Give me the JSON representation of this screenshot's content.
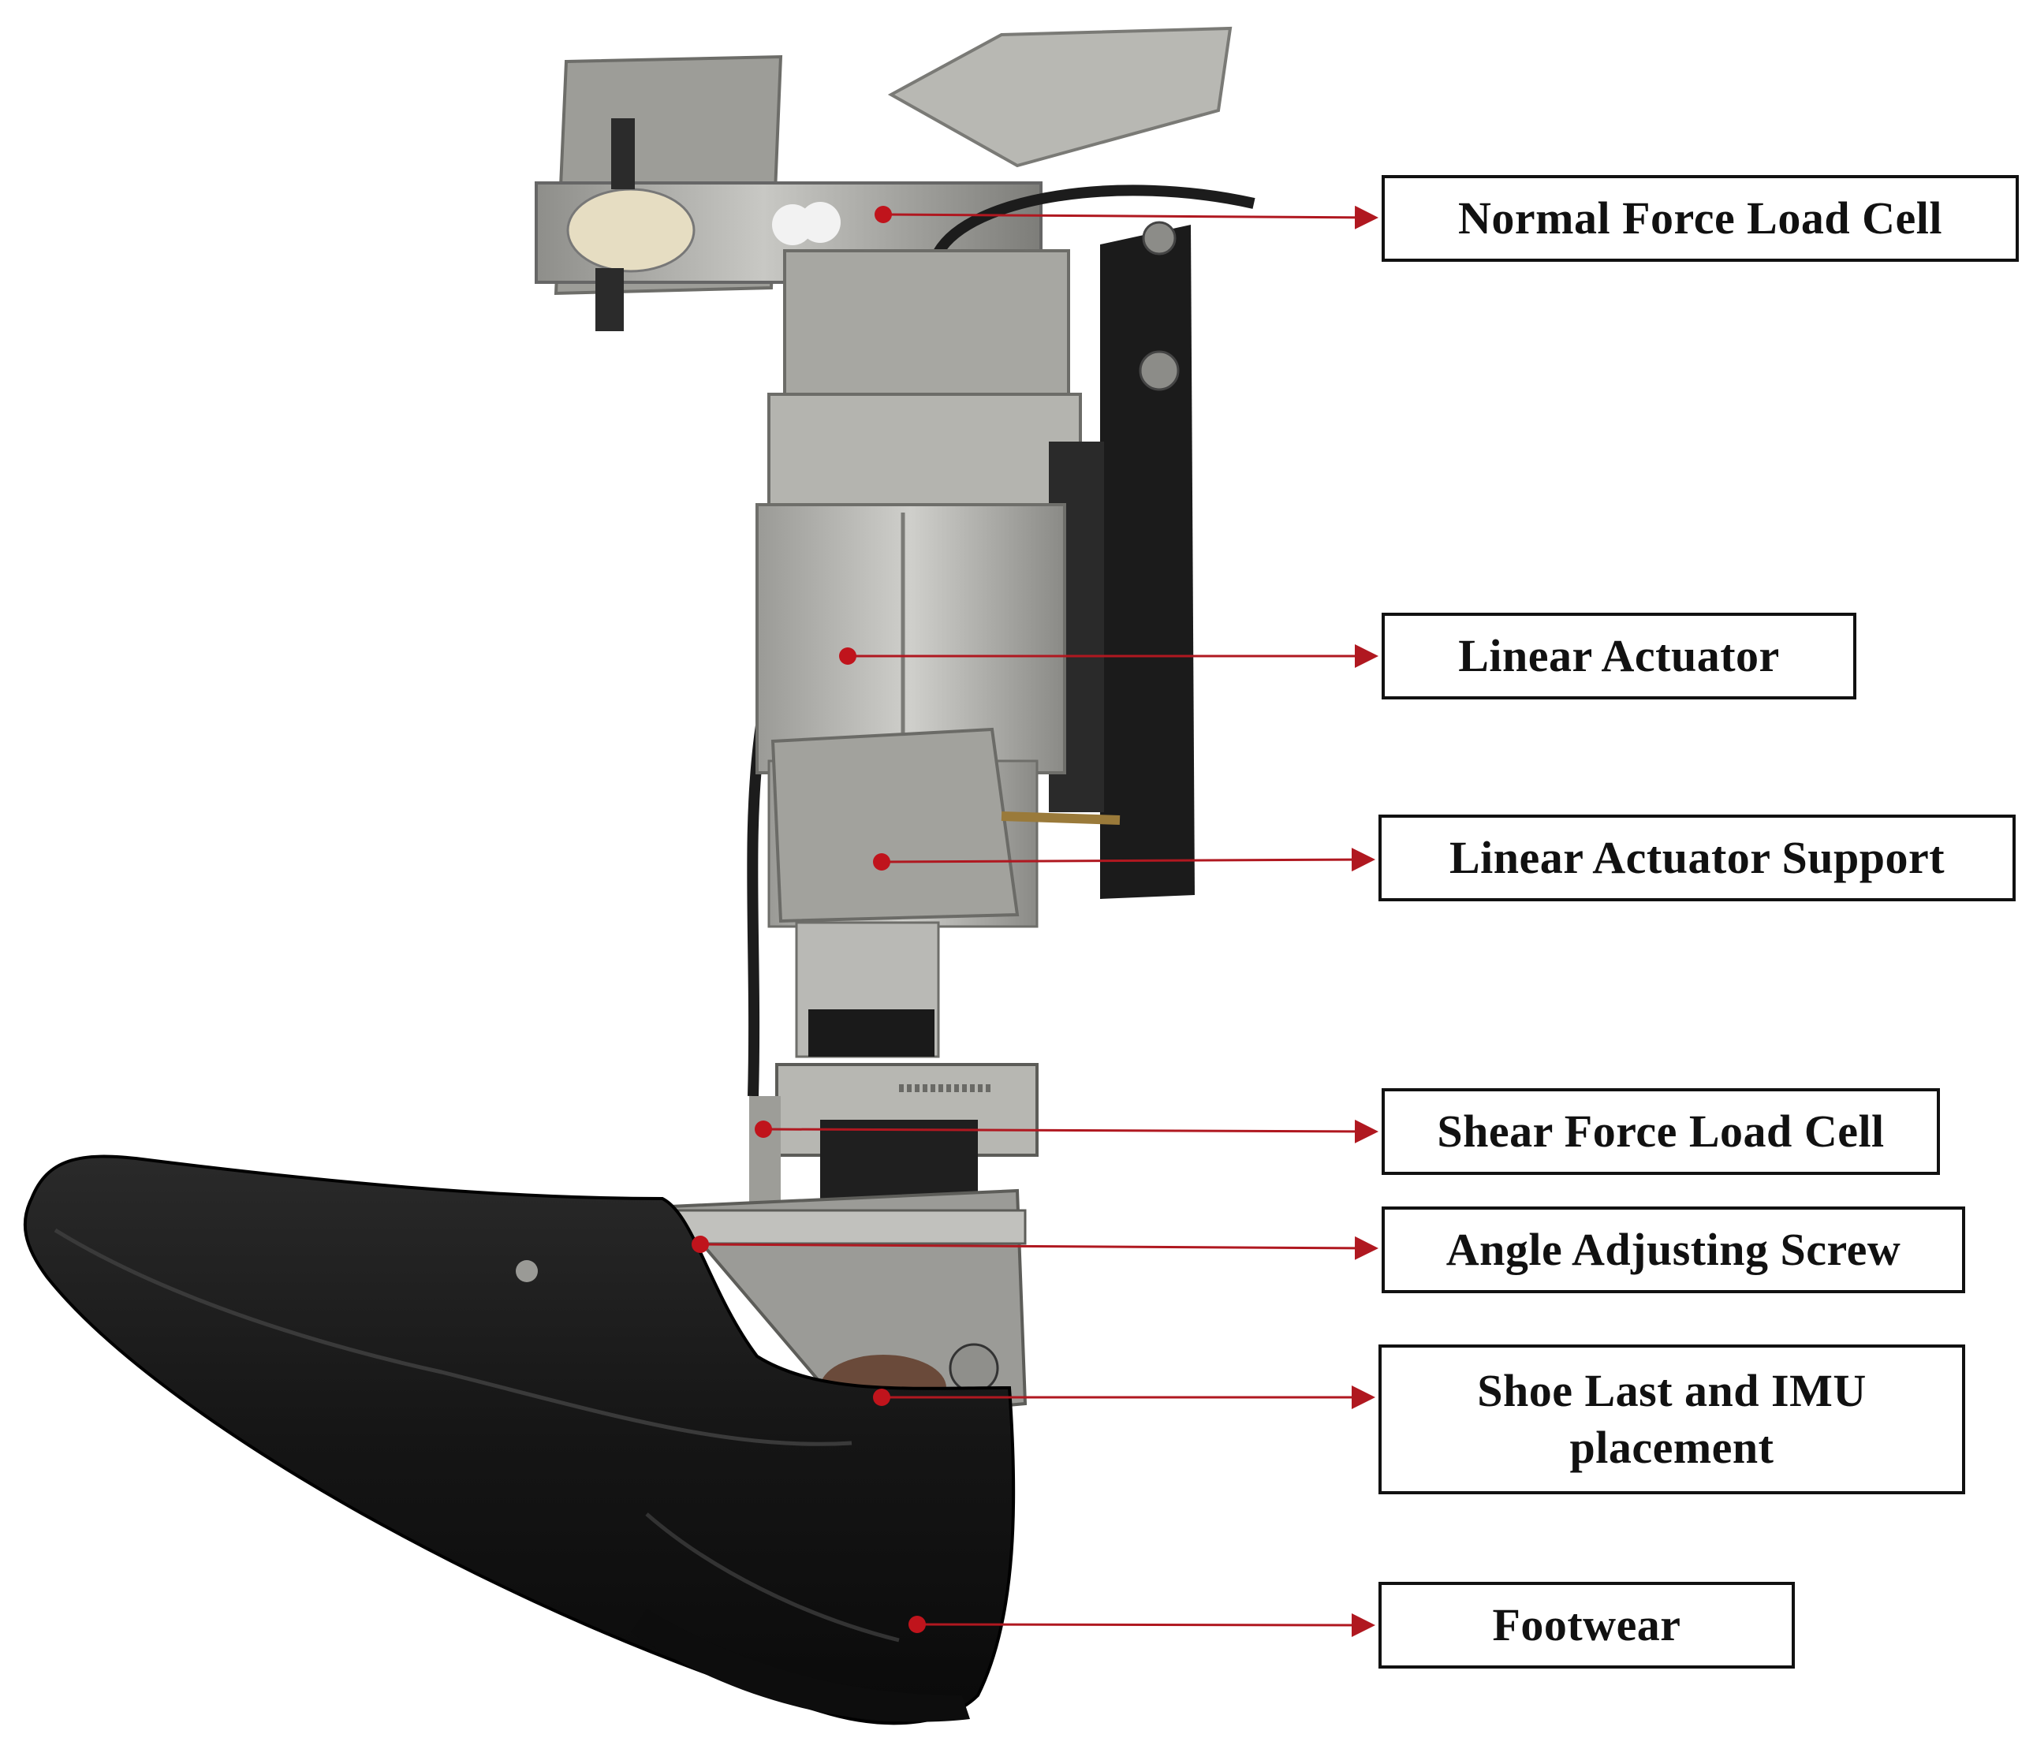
{
  "labels": [
    {
      "id": "normal-force-load-cell",
      "text": "Normal Force Load Cell"
    },
    {
      "id": "linear-actuator",
      "text": "Linear Actuator"
    },
    {
      "id": "linear-actuator-support",
      "text": "Linear Actuator Support"
    },
    {
      "id": "shear-force-load-cell",
      "text": "Shear Force Load Cell"
    },
    {
      "id": "angle-adjusting-screw",
      "text": "Angle Adjusting Screw"
    },
    {
      "id": "shoe-last-imu",
      "text": "Shoe Last and IMU\nplacement"
    },
    {
      "id": "footwear",
      "text": "Footwear"
    }
  ],
  "colors": {
    "leader_line": "#b01820",
    "marker_dot": "#c0141c",
    "box_border": "#111111",
    "shoe": "#141414",
    "metal": "#a9a9a4",
    "dark_rail": "#1b1b1b"
  }
}
